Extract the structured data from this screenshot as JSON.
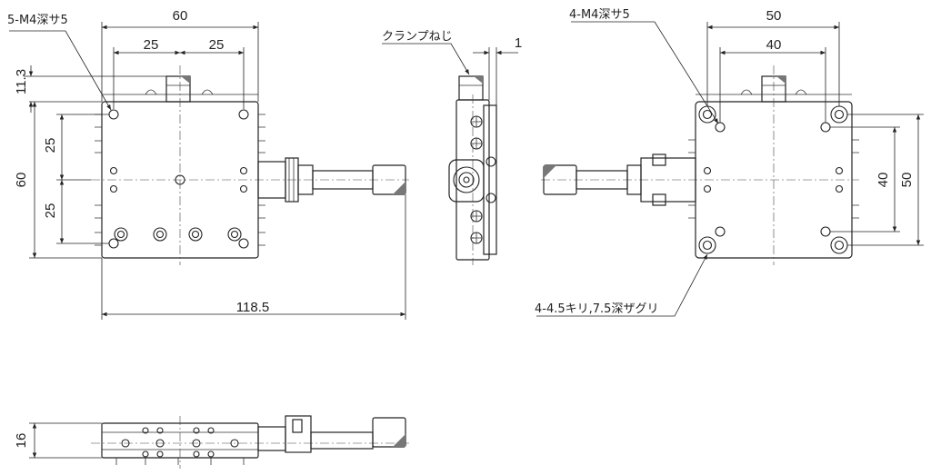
{
  "drawing": {
    "front": {
      "width_label": "60",
      "pitch_x_left": "25",
      "pitch_x_right": "25",
      "height_label": "60",
      "pitch_y_top": "25",
      "pitch_y_bottom": "25",
      "offset_label": "11.3",
      "overall_length": "118.5",
      "tap_note": "5-M4深サ5"
    },
    "side": {
      "clamp_note": "クランプねじ",
      "gap_label": "1"
    },
    "rear": {
      "width_outer": "50",
      "width_inner": "40",
      "height_outer": "50",
      "height_inner": "40",
      "tap_note": "4-M4深サ5",
      "cbore_note": "4-4.5キリ,7.5深ザグリ"
    },
    "bottom": {
      "height_label": "16"
    }
  }
}
